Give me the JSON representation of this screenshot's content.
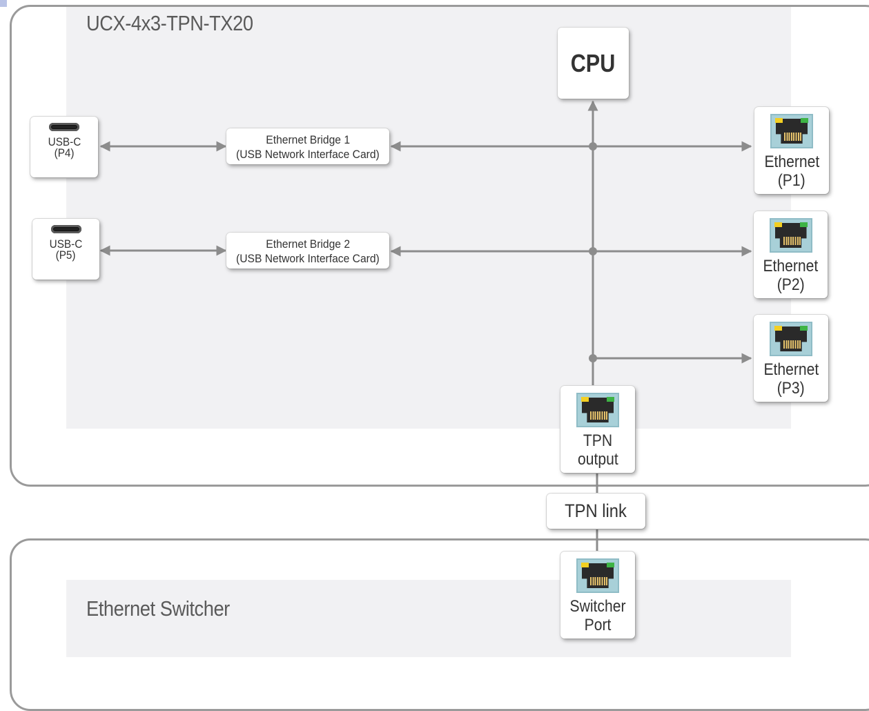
{
  "device": {
    "title": "UCX-4x3-TPN-TX20"
  },
  "cpu": {
    "label": "CPU"
  },
  "bridges": [
    {
      "line1": "Ethernet Bridge 1",
      "line2": "(USB Network Interface Card)"
    },
    {
      "line1": "Ethernet Bridge 2",
      "line2": "(USB Network Interface Card)"
    }
  ],
  "usb_ports": [
    {
      "line1": "USB-C",
      "line2": "(P4)",
      "icon": "usb-c-port-icon"
    },
    {
      "line1": "USB-C",
      "line2": "(P5)",
      "icon": "usb-c-port-icon"
    }
  ],
  "ethernet_ports": [
    {
      "line1": "Ethernet",
      "line2": "(P1)",
      "icon": "rj45-port-icon"
    },
    {
      "line1": "Ethernet",
      "line2": "(P2)",
      "icon": "rj45-port-icon"
    },
    {
      "line1": "Ethernet",
      "line2": "(P3)",
      "icon": "rj45-port-icon"
    }
  ],
  "tpn_output": {
    "line1": "TPN",
    "line2": "output",
    "icon": "rj45-port-icon"
  },
  "tpn_link": {
    "label": "TPN link"
  },
  "switcher": {
    "title": "Ethernet Switcher",
    "port": {
      "line1": "Switcher",
      "line2": "Port",
      "icon": "rj45-port-icon"
    }
  },
  "colors": {
    "frame_border": "#9a9a9a",
    "region_fill": "#f1f1f3",
    "wire": "#8c8c8c",
    "jack_surround": "#a8d0d8",
    "led_yellow": "#f3cf22",
    "led_green": "#3eb345"
  }
}
